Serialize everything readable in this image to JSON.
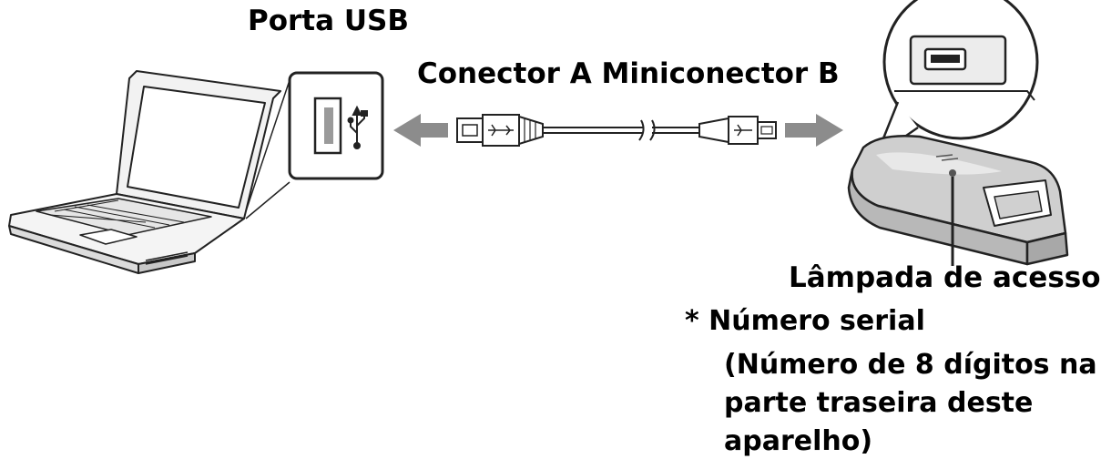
{
  "labels": {
    "usb_port": "Porta USB",
    "connector": "Conector A Miniconector B",
    "access_lamp": "Lâmpada de acesso",
    "serial_title": "* Número serial",
    "serial_note": "(Número de 8 dígitos na parte traseira deste aparelho)"
  },
  "icons": {
    "computer": "laptop-icon",
    "usb_port": "usb-a-port-icon",
    "usb_symbol": "usb-symbol-icon",
    "plug_a": "usb-a-plug-icon",
    "plug_b": "mini-usb-b-plug-icon",
    "device": "card-reader-device-icon",
    "mini_port": "mini-usb-port-icon",
    "lamp": "access-lamp-icon"
  },
  "colors": {
    "line": "#222222",
    "arrow": "#8c8c8c",
    "device_body": "#cfcfcf",
    "device_front": "#d9d9d9"
  }
}
